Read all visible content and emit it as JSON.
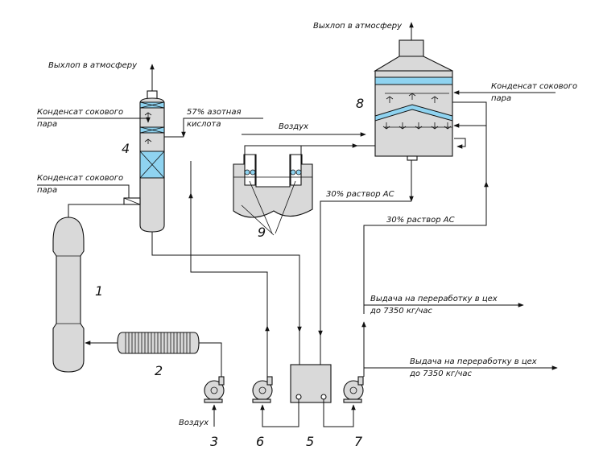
{
  "labels": {
    "exhaust_column": "Выхлоп в атмосферу",
    "exhaust_scrubber": "Выхлоп в атмосферу",
    "condensate_top_1": "Конденсат сокового",
    "condensate_top_2": "пара",
    "condensate_mid_1": "Конденсат сокового",
    "condensate_mid_2": "пара",
    "condensate_right_1": "Конденсат сокового",
    "condensate_right_2": "пара",
    "nitric_acid_1": "57% азотная",
    "nitric_acid_2": "кислота",
    "air_top": "Воздух",
    "air_bottom": "Воздух",
    "solution_as_1": "30% раствор АС",
    "solution_as_2": "30% раствор АС",
    "output_upper_1": "Выдача на переработку в цех",
    "output_upper_2": "до 7350 кг/час",
    "output_lower_1": "Выдача на переработку в цех",
    "output_lower_2": "до 7350 кг/час"
  },
  "numbers": {
    "n1": "1",
    "n2": "2",
    "n3": "3",
    "n4": "4",
    "n5": "5",
    "n6": "6",
    "n7": "7",
    "n8": "8",
    "n9": "9"
  }
}
